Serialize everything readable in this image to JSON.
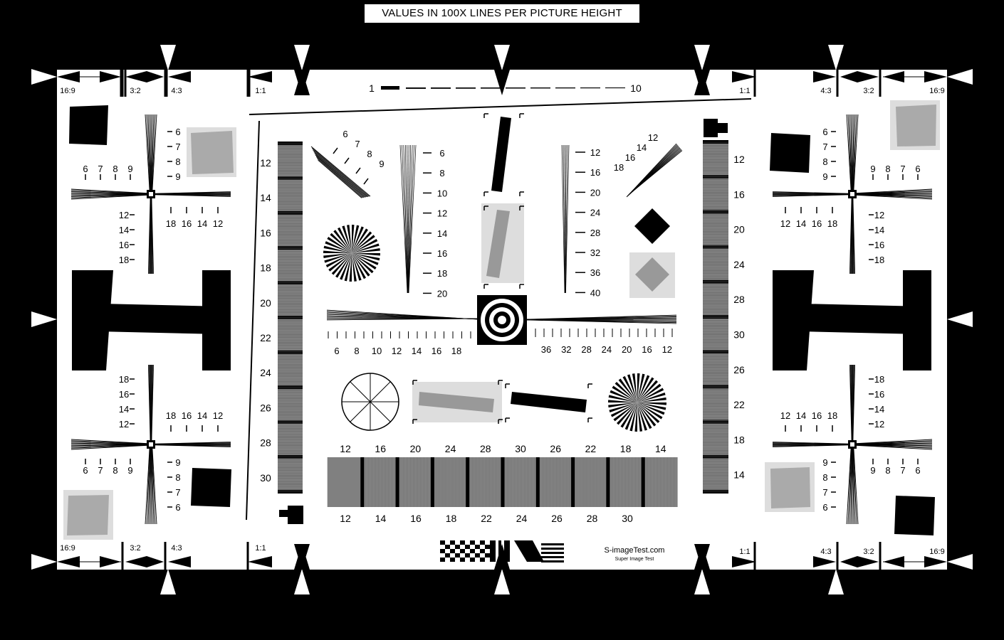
{
  "header": "VALUES IN 100X LINES PER PICTURE HEIGHT",
  "aspect_marks": [
    "16:9",
    "3:2",
    "4:3",
    "1:1"
  ],
  "top_scale": {
    "start": "1",
    "end": "10"
  },
  "corner_fan_horizontal": [
    "6",
    "7",
    "8",
    "9"
  ],
  "corner_fan_vertical": [
    "12",
    "14",
    "16",
    "18"
  ],
  "corner_fan_short": [
    "6",
    "7",
    "8",
    "9"
  ],
  "corner_fan_long": [
    "18",
    "16",
    "14",
    "12"
  ],
  "diag_top_left": [
    "6",
    "7",
    "8",
    "9"
  ],
  "diag_top_right": [
    "12",
    "14",
    "16",
    "18"
  ],
  "wedge_left": [
    "6",
    "8",
    "10",
    "12",
    "14",
    "16",
    "18",
    "20"
  ],
  "wedge_right": [
    "12",
    "16",
    "20",
    "24",
    "28",
    "32",
    "36",
    "40"
  ],
  "center_left": [
    "6",
    "8",
    "10",
    "12",
    "14",
    "16",
    "18"
  ],
  "center_right": [
    "36",
    "32",
    "28",
    "24",
    "20",
    "16",
    "12"
  ],
  "left_bar": [
    "12",
    "14",
    "16",
    "18",
    "20",
    "22",
    "24",
    "26",
    "28",
    "30"
  ],
  "right_bar": [
    "12",
    "16",
    "20",
    "24",
    "28",
    "30",
    "26",
    "22",
    "18",
    "14"
  ],
  "bottom_top": [
    "12",
    "16",
    "20",
    "24",
    "28",
    "30",
    "26",
    "22",
    "18",
    "14"
  ],
  "bottom_bot": [
    "12",
    "14",
    "16",
    "18",
    "22",
    "24",
    "26",
    "28",
    "30"
  ],
  "brand": {
    "site": "S-imageTest.com",
    "sub": "Super Image Test"
  }
}
